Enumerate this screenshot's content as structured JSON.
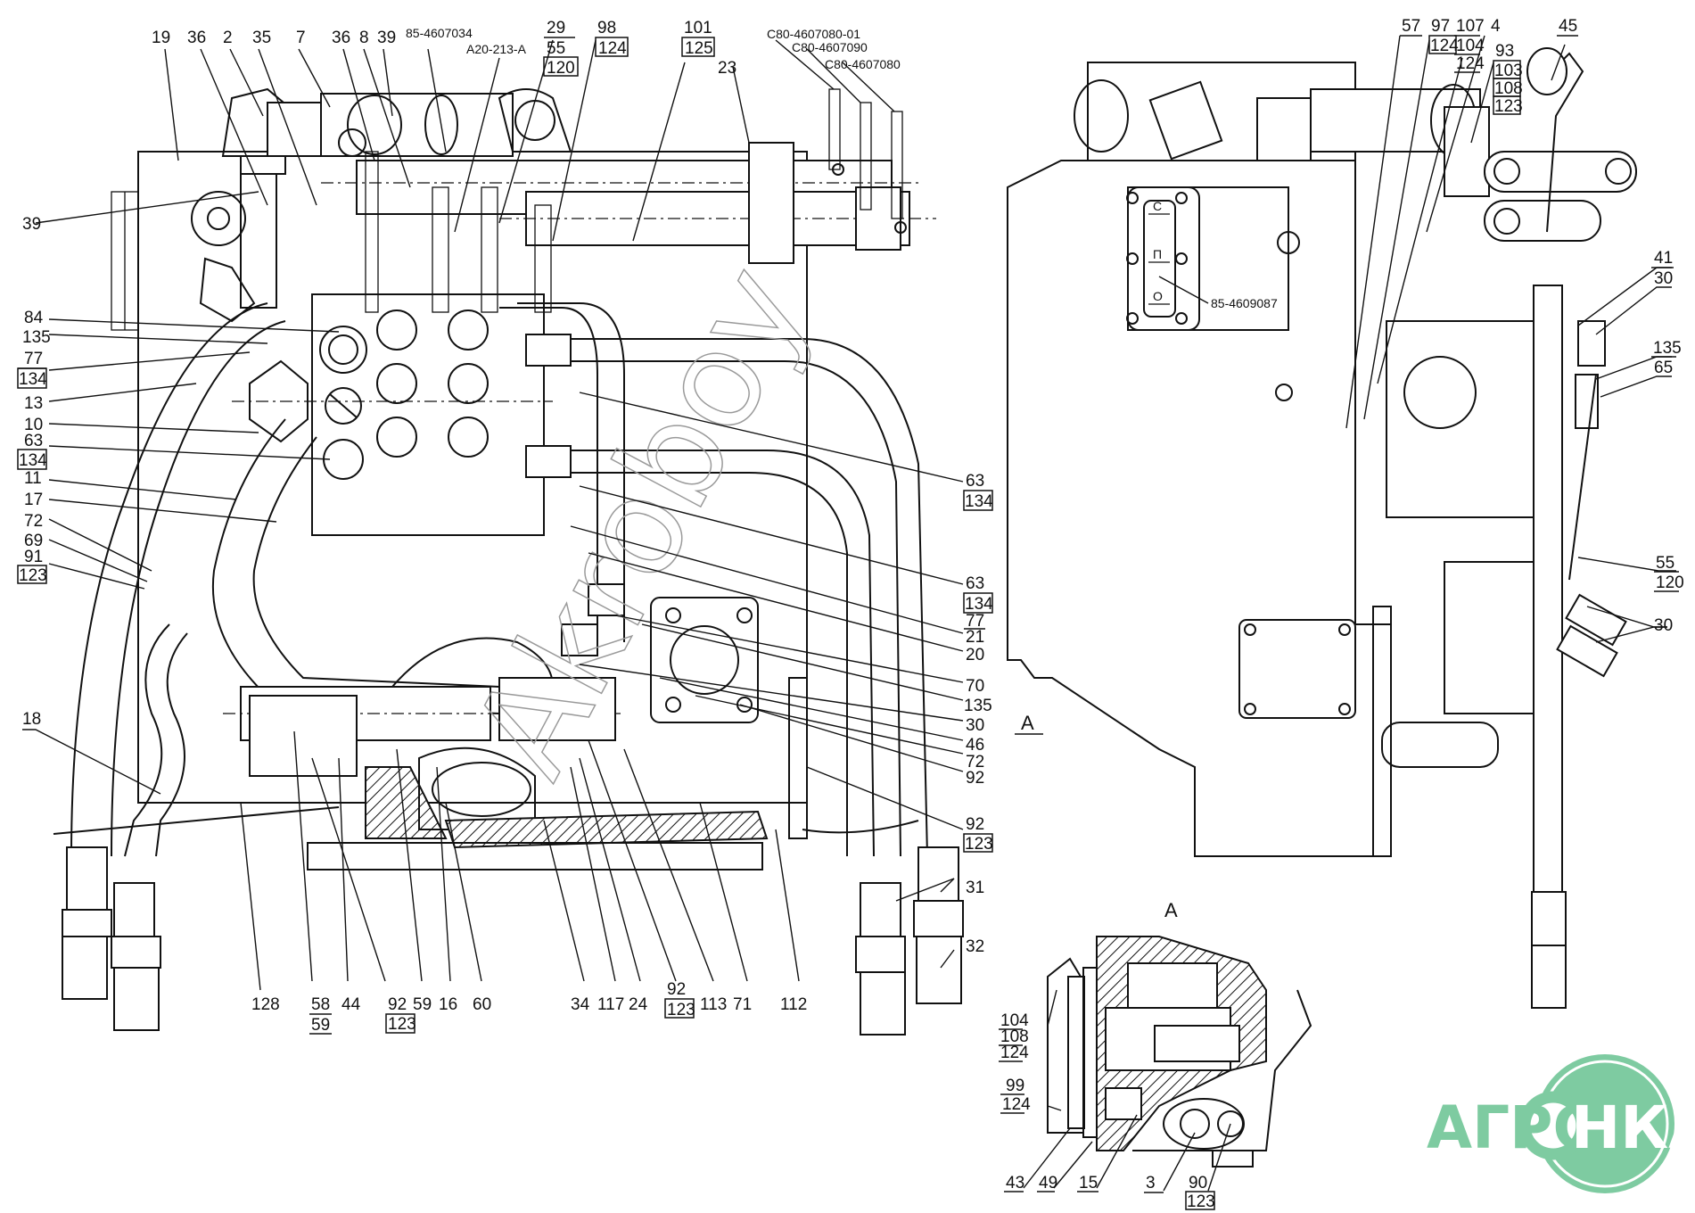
{
  "title": "Hydraulic distributor and pump installation assembly drawing",
  "part_numbers": {
    "p1": "85-4607034",
    "p2": "A20-213-A",
    "p3": "C80-4607080-01",
    "p4": "C80-4607090",
    "p5": "C80-4607080",
    "p6": "85-4609087"
  },
  "labels": {
    "l19": "19",
    "l36a": "36",
    "l2": "2",
    "l35": "35",
    "l7": "7",
    "l36b": "36",
    "l8": "8",
    "l39a": "39",
    "l29": "29",
    "l55": "55",
    "l120": "120",
    "l98": "98",
    "l124a": "124",
    "l101": "101",
    "l125": "125",
    "l23": "23",
    "l39b": "39",
    "l84": "84",
    "l135a": "135",
    "l77a": "77",
    "l134a": "134",
    "l13": "13",
    "l10": "10",
    "l63a": "63",
    "l134b": "134",
    "l11": "11",
    "l17": "17",
    "l72a": "72",
    "l69": "69",
    "l91": "91",
    "l123a": "123",
    "l18": "18",
    "l63b": "63",
    "l134c": "134",
    "l63c": "63",
    "l134d": "134",
    "l77b": "77",
    "l21": "21",
    "l20": "20",
    "l70": "70",
    "l135b": "135",
    "l30a": "30",
    "l46": "46",
    "l72b": "72",
    "l92a": "92",
    "l92b": "92",
    "l123b": "123",
    "l31": "31",
    "l32": "32",
    "b128": "128",
    "b58": "58",
    "b59a": "59",
    "b44": "44",
    "b92": "92",
    "b123": "123",
    "b59b": "59",
    "b16": "16",
    "b60": "60",
    "b34": "34",
    "b117": "117",
    "b24": "24",
    "b92b": "92",
    "b123b": "123",
    "b113": "113",
    "b71": "71",
    "b112": "112",
    "r57": "57",
    "r97": "97",
    "r124a": "124",
    "r107": "107",
    "r104": "104",
    "r124b": "124",
    "r4": "4",
    "r93": "93",
    "r103": "103",
    "r108": "108",
    "r123": "123",
    "r45": "45",
    "r41": "41",
    "r30a": "30",
    "r135": "135",
    "r65": "65",
    "r55": "55",
    "r120": "120",
    "r30b": "30",
    "viewA_marker": "A",
    "viewA_title": "A",
    "a104": "104",
    "a108": "108",
    "a124a": "124",
    "a99": "99",
    "a124b": "124",
    "a43": "43",
    "a49": "49",
    "a15": "15",
    "a3": "3",
    "a90": "90",
    "a123": "123"
  },
  "plate": {
    "top": "С",
    "mid": "П",
    "bot": "О"
  },
  "watermark": "Akroboy",
  "logo": {
    "left": "АГРО",
    "right": "НКА",
    "color": "#7ecba1"
  }
}
